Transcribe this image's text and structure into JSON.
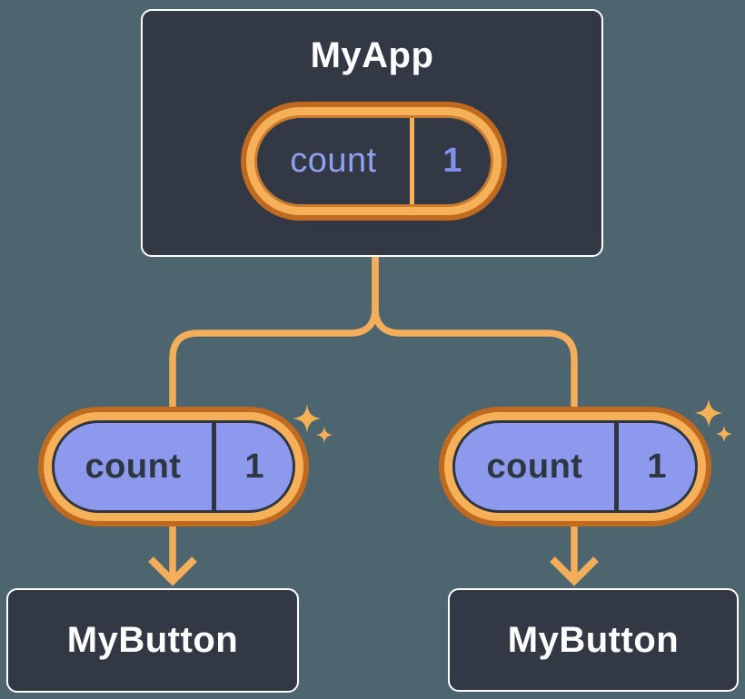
{
  "colors": {
    "bg": "#4d656f",
    "card": "#323945",
    "cardBorder": "#ffffff",
    "title": "#ffffff",
    "purple": "#8c99ec",
    "navy": "#2e3641",
    "orangeDark": "#c06a20",
    "orangeMid": "#ca7c2e",
    "orangeLight": "#f6b058",
    "stateName": "#8fa0f2",
    "stateValue": "#8090ea",
    "connector": "#f4ad58"
  },
  "tree": {
    "root": {
      "label": "MyApp",
      "state": {
        "name": "count",
        "value": "1"
      }
    },
    "children": [
      {
        "label": "MyButton",
        "prop": {
          "name": "count",
          "value": "1"
        }
      },
      {
        "label": "MyButton",
        "prop": {
          "name": "count",
          "value": "1"
        }
      }
    ]
  }
}
